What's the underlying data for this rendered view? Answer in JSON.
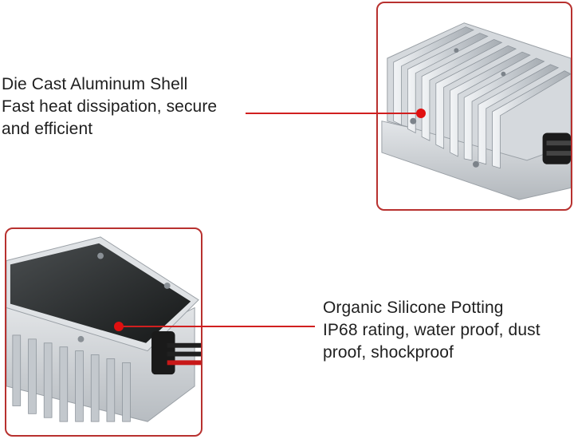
{
  "features": [
    {
      "lines": [
        "Die Cast Aluminum Shell",
        "Fast heat dissipation, secure",
        "and efficient"
      ]
    },
    {
      "lines": [
        "Organic Silicone Potting",
        "IP68 rating, water proof, dust",
        "proof, shockproof"
      ]
    }
  ],
  "colors": {
    "accent": "#d11f1f",
    "frame_border": "#b8312f",
    "aluminum": "#d7dbdf",
    "potting": "#2b2e2f"
  },
  "icons": [
    "aluminum-shell-photo",
    "silicone-potting-photo",
    "callout-dot"
  ]
}
